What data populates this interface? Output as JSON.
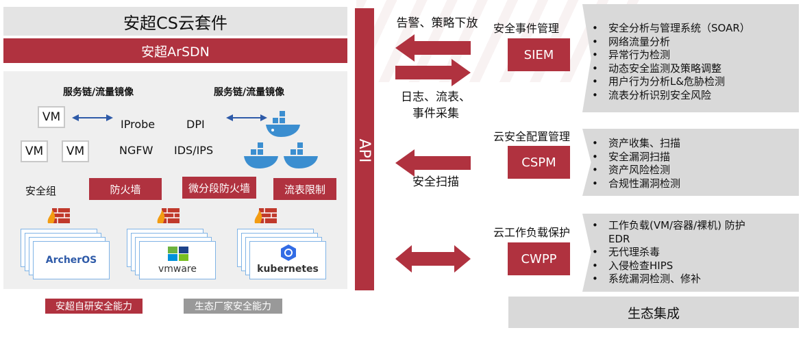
{
  "header": {
    "title": "安超CS云套件",
    "sdn": "安超ArSDN"
  },
  "left": {
    "chain_left": "服务链/流量镜像",
    "chain_right": "服务链/流量镜像",
    "vm": "VM",
    "iprobe": "IProbe",
    "dpi": "DPI",
    "ngfw": "NGFW",
    "idsips": "IDS/IPS",
    "security_group": "安全组",
    "firewall": "防火墙",
    "micro_firewall": "微分段防火墙",
    "flow_limit": "流表限制",
    "os": [
      "ArcherOS",
      "vmware",
      "kubernetes"
    ]
  },
  "legend": {
    "self": "安超自研安全能力",
    "eco": "生态厂家安全能力"
  },
  "api": "API",
  "arrows": {
    "alert": "告警、策略下放",
    "logs": "日志、流表、\n事件采集",
    "scan": "安全扫描"
  },
  "sections": [
    {
      "title": "安全事件管理",
      "box": "SIEM",
      "items": [
        "安全分析与管理系统（SOAR）",
        "网络流量分析",
        "异常行为检测",
        "动态安全监测及策略调整",
        "用户行为分析L&危胁检测",
        "流表分析识别安全风险"
      ]
    },
    {
      "title": "云安全配置管理",
      "box": "CSPM",
      "items": [
        "资产收集、扫描",
        "安全漏洞扫描",
        "资产风险检测",
        "合规性漏洞检测"
      ]
    },
    {
      "title": "云工作负载保护",
      "box": "CWPP",
      "items": [
        "工作负载(VM/容器/裸机) 防护",
        "EDR",
        "无代理杀毒",
        "入侵检查HIPS",
        "系统漏洞检测、修补"
      ]
    }
  ],
  "ecosystem": "生态集成",
  "colors": {
    "brand_red": "#b0323f",
    "panel_gray": "#d9d9d9",
    "arrow_blue": "#2e5aa8",
    "docker_blue": "#3b8ed0"
  }
}
